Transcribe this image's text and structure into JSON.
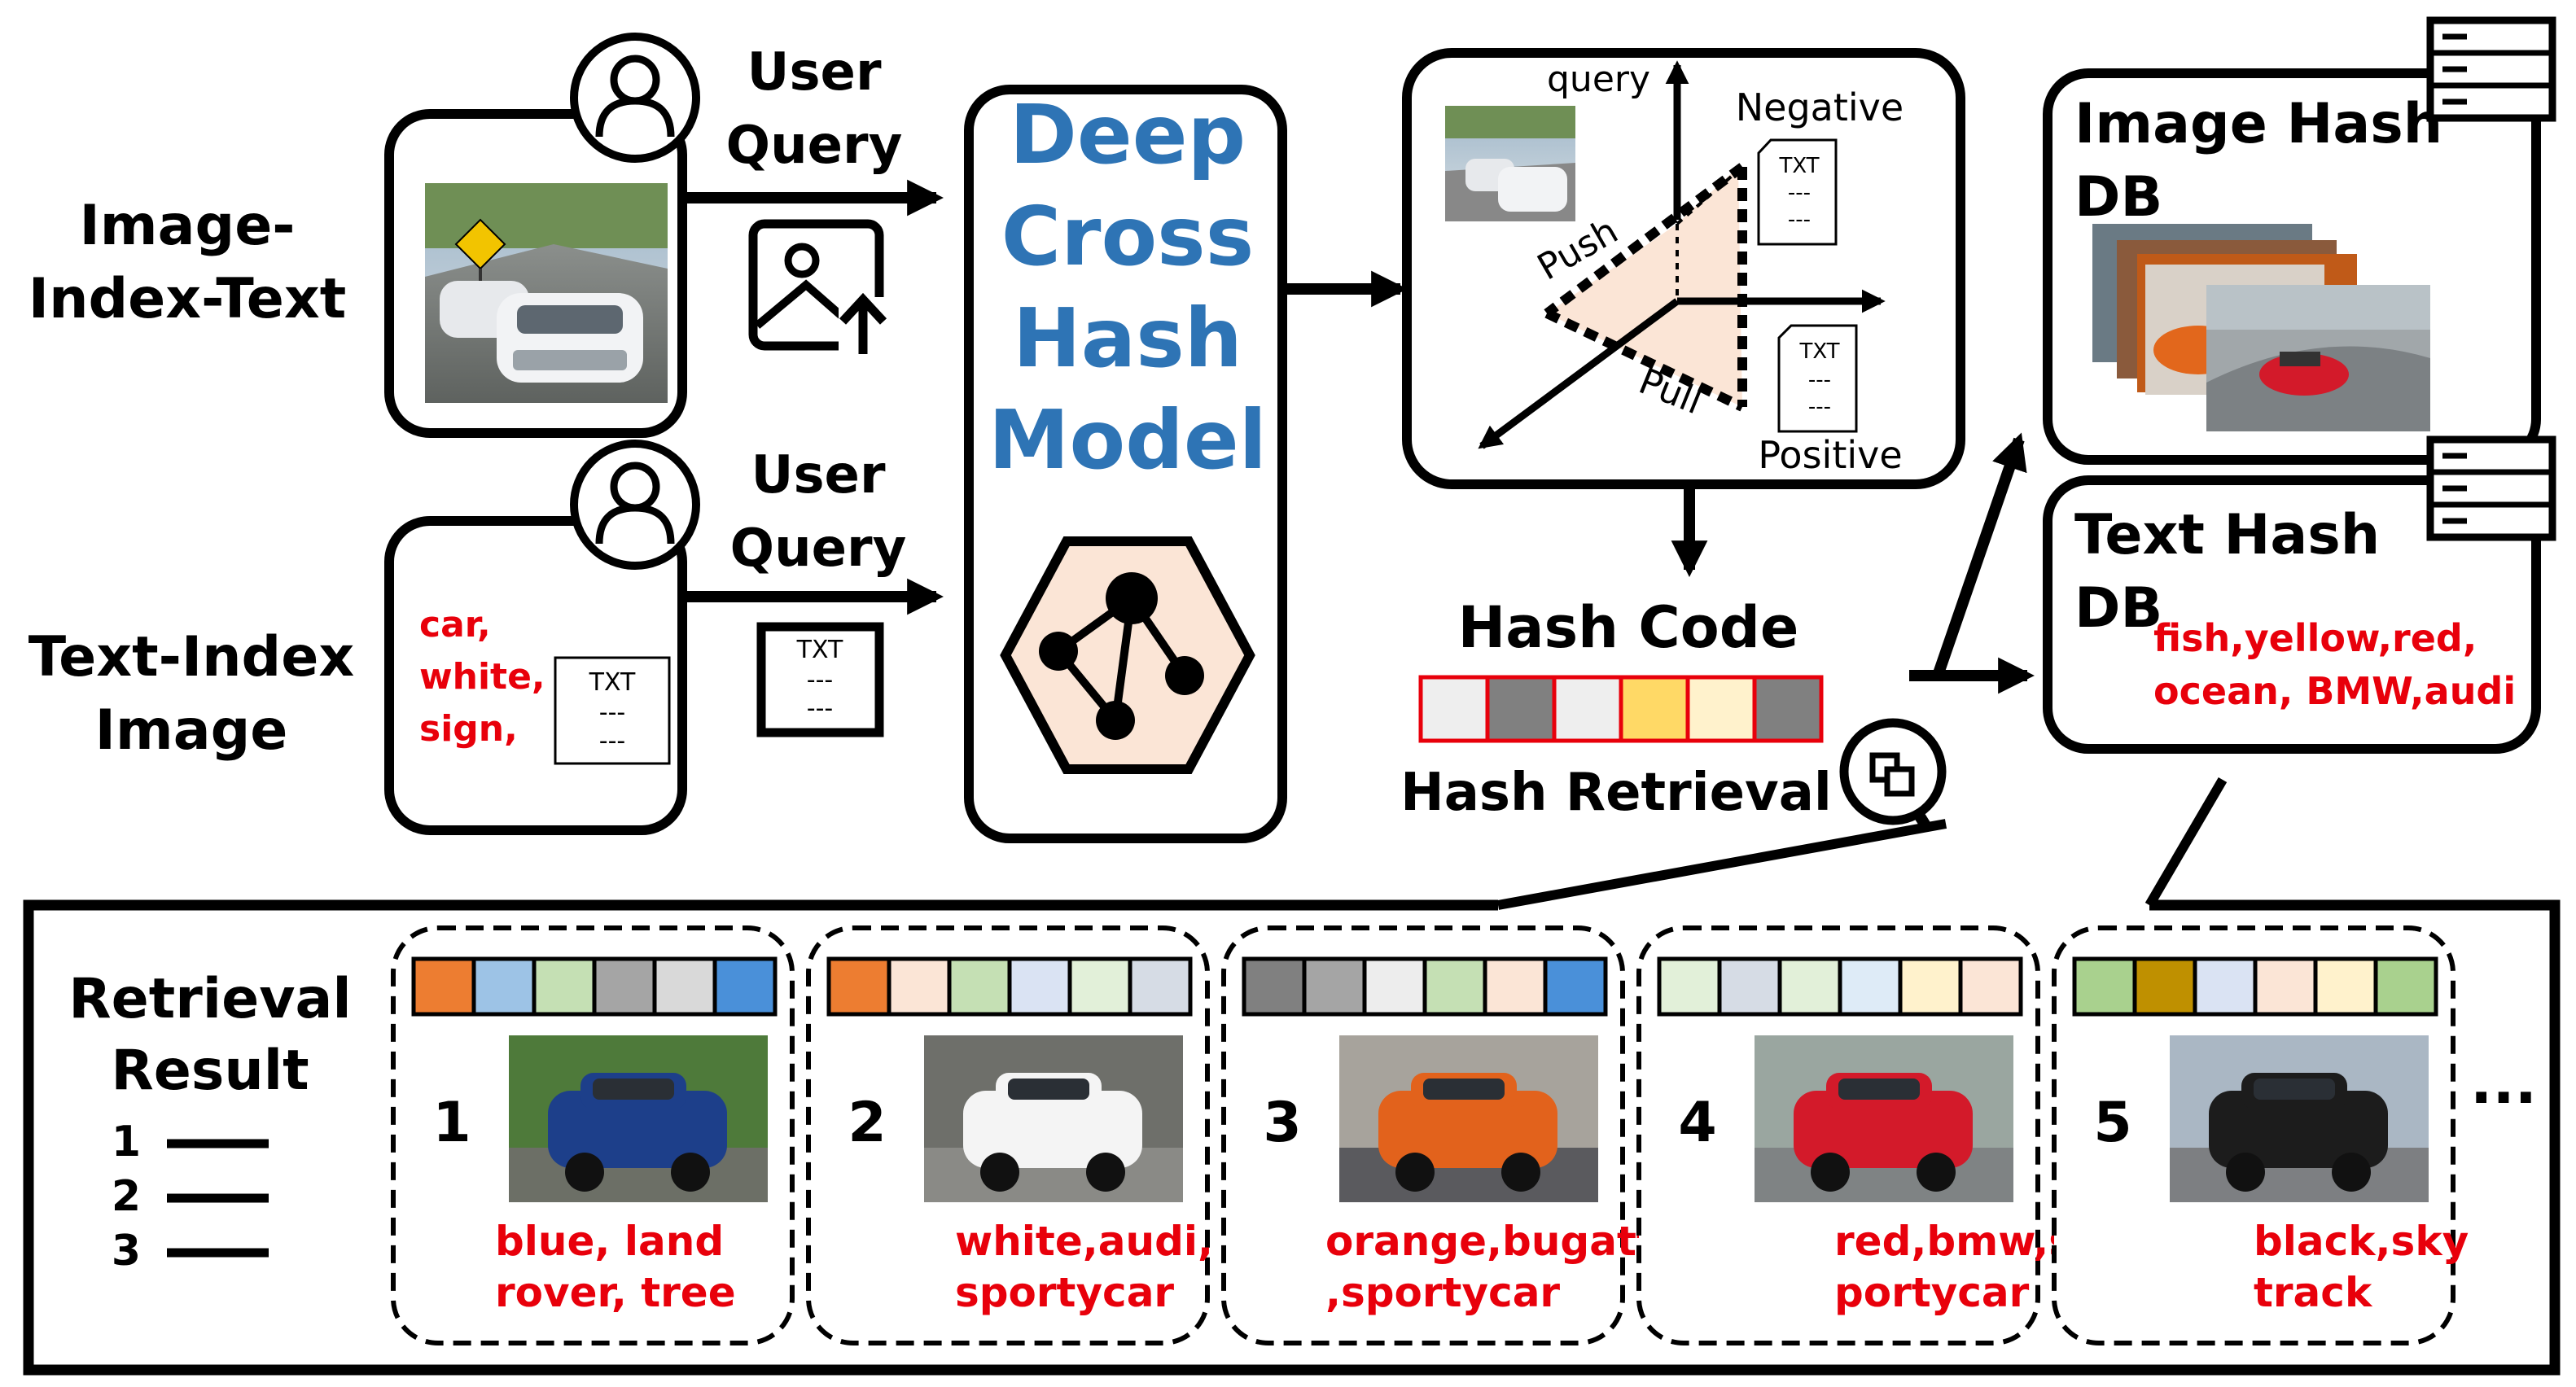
{
  "colors": {
    "model_title": "#2e74b5",
    "keyword_red": "#e8000b",
    "triangle_fill": "#fbe5d6",
    "hex_fill": "#fbe5d6",
    "outline": "#000000"
  },
  "left": {
    "row1_label_line1": "Image-",
    "row1_label_line2": "Index-Text",
    "row2_label_line1": "Text-Index",
    "row2_label_line2": "Image",
    "query_line1": "User",
    "query_line2": "Query",
    "keywords": [
      "car,",
      "white,",
      "sign,"
    ],
    "doc_header": "TXT",
    "doc_dash": "---",
    "user_icon": "user-icon",
    "upload_icon": "image-upload-icon"
  },
  "model": {
    "title_lines": [
      "Deep",
      "Cross",
      "Hash",
      "Model"
    ],
    "icon": "network-graph-icon"
  },
  "embedding": {
    "query": "query",
    "negative": "Negative",
    "positive": "Positive",
    "push": "Push",
    "pull": "Pull"
  },
  "hash": {
    "code_label": "Hash Code",
    "retrieval_label": "Hash Retrieval",
    "code_colors": [
      "#eeeeee",
      "#808080",
      "#eeeeee",
      "#ffd966",
      "#fff2cc",
      "#808080"
    ],
    "icon": "search-magnifier-icon"
  },
  "db": {
    "image_db_line1": "Image Hash",
    "image_db_line2": "DB",
    "text_db_line1": "Text Hash",
    "text_db_line2": "DB",
    "text_db_keywords_line1": "fish,yellow,red,",
    "text_db_keywords_line2": "ocean, BMW,audi",
    "icon": "server-icon"
  },
  "results": {
    "title_line1": "Retrieval",
    "title_line2": "Result",
    "list_icon": "ranked-list-icon",
    "ellipsis": "...",
    "items": [
      {
        "rank": "1",
        "line1": "blue, land",
        "line2": "rover, tree",
        "codes": [
          "#ed7d31",
          "#9dc3e6",
          "#c5e0b4",
          "#a5a5a5",
          "#d9d9d9",
          "#4a90d9"
        ]
      },
      {
        "rank": "2",
        "line1": "white,audi,",
        "line2": "sportycar",
        "codes": [
          "#ed7d31",
          "#fbe5d6",
          "#c5e0b4",
          "#dae3f3",
          "#e2f0d9",
          "#d6dce5"
        ]
      },
      {
        "rank": "3",
        "line1": "orange,bugatti",
        "line2": ",sportycar",
        "codes": [
          "#808080",
          "#a5a5a5",
          "#ededed",
          "#c5e0b4",
          "#fbe5d6",
          "#4a90d9"
        ]
      },
      {
        "rank": "4",
        "line1": "red,bmw,s",
        "line2": "portycar",
        "codes": [
          "#e2f0d9",
          "#d6dce5",
          "#e2f0d9",
          "#deebf7",
          "#fff2cc",
          "#fbe5d6"
        ]
      },
      {
        "rank": "5",
        "line1": "black,sky",
        "line2": "track",
        "codes": [
          "#a9d18e",
          "#bf9000",
          "#dae3f3",
          "#fbe5d6",
          "#fff2cc",
          "#a9d18e"
        ]
      }
    ]
  }
}
